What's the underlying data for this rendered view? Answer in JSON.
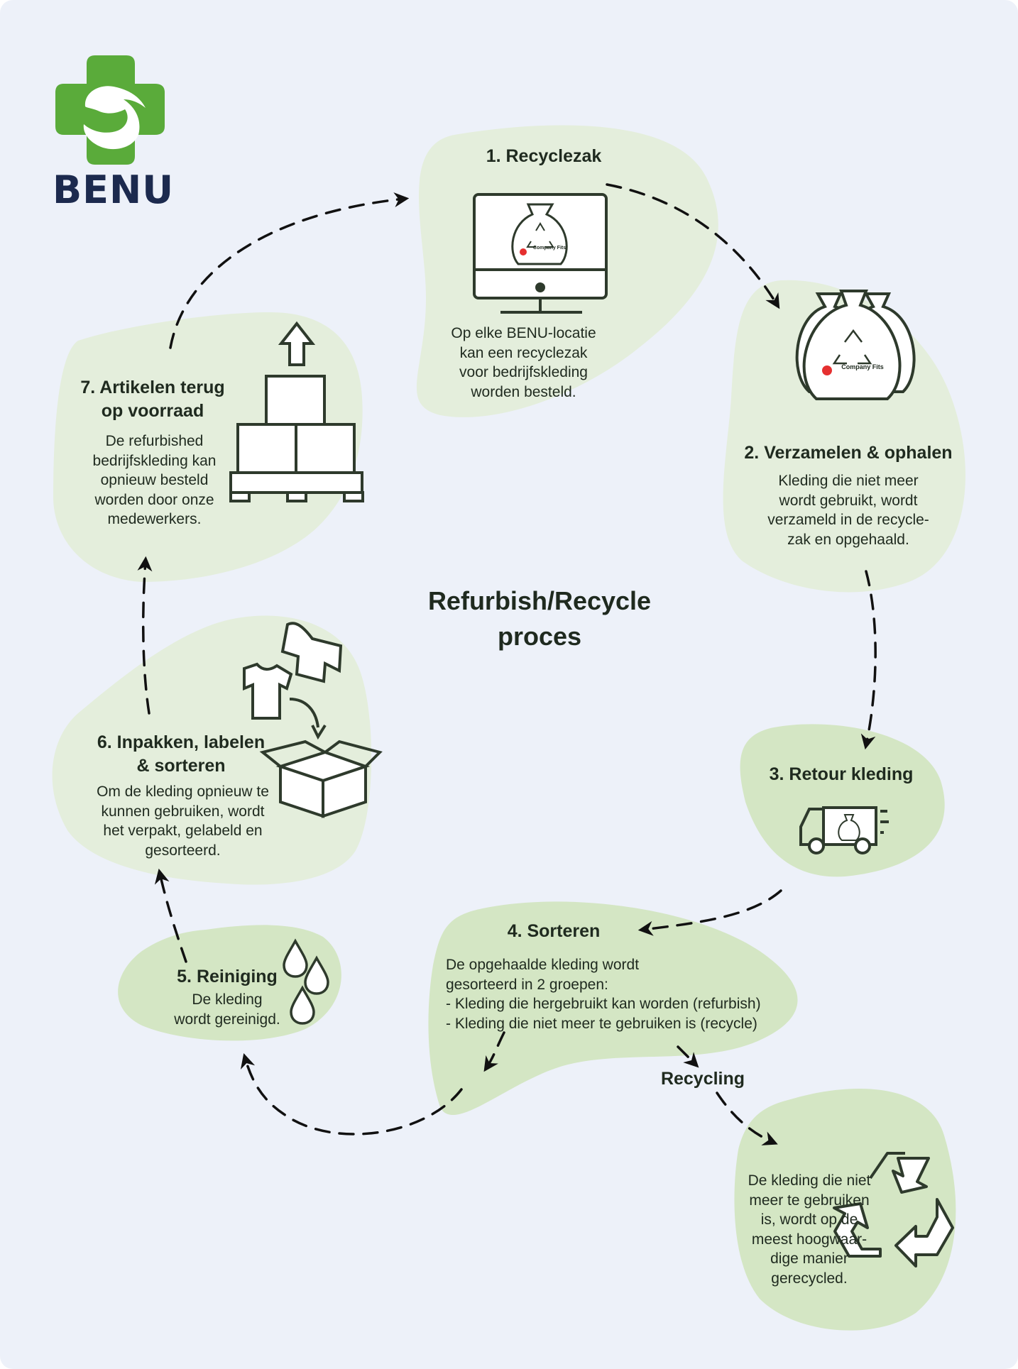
{
  "brand": {
    "name": "BENU",
    "logo_icon": "green-cross-swan-logo",
    "color_green": "#5aab3a",
    "color_navy": "#1c2a4e"
  },
  "title": {
    "line1": "Refurbish/Recycle",
    "line2": "proces"
  },
  "colors": {
    "background": "#edf1f9",
    "blob_light": "#e4eedc",
    "blob_mid": "#d4e6c4",
    "ink": "#2e3a2c"
  },
  "steps": [
    {
      "title": "1. Recyclezak",
      "body": [
        "Op elke BENU-locatie",
        "kan een recyclezak",
        "voor bedrijfskleding",
        "worden besteld."
      ],
      "icon": "monitor-with-bag-icon",
      "bag_label": "Company Fits"
    },
    {
      "title": "2. Verzamelen & ophalen",
      "body": [
        "Kleding die niet meer",
        "wordt gebruikt, wordt",
        "verzameld in de recycle-",
        "zak en opgehaald."
      ],
      "icon": "three-bags-icon",
      "bag_label": "Company Fits"
    },
    {
      "title": "3. Retour kleding",
      "body": [],
      "icon": "delivery-truck-icon"
    },
    {
      "title": "4. Sorteren",
      "body": [
        "De opgehaalde kleding wordt",
        "gesorteerd in 2 groepen:",
        "- Kleding die hergebruikt kan worden (refurbish)",
        "- Kleding die niet meer te gebruiken is (recycle)"
      ],
      "icon": ""
    },
    {
      "title": "5. Reiniging",
      "body": [
        "De kleding",
        "wordt gereinigd."
      ],
      "icon": "water-drops-icon"
    },
    {
      "title_lines": [
        "6. Inpakken, labelen",
        "& sorteren"
      ],
      "body": [
        "Om de kleding opnieuw te",
        "kunnen gebruiken, wordt",
        "het verpakt, gelabeld en",
        "gesorteerd."
      ],
      "icon": "clothes-into-box-icon"
    },
    {
      "title_lines": [
        "7. Artikelen terug",
        "op voorraad"
      ],
      "body": [
        "De refurbished",
        "bedrijfskleding kan",
        "opnieuw besteld",
        "worden door onze",
        "medewerkers."
      ],
      "icon": "pallet-boxes-up-arrow-icon"
    }
  ],
  "recycling": {
    "label": "Recycling",
    "body": [
      "De kleding die niet",
      "meer te gebruiken",
      "is, wordt op de",
      "meest hoogwaar-",
      "dige manier",
      "gerecycled."
    ],
    "icon": "recycle-arrows-icon"
  }
}
